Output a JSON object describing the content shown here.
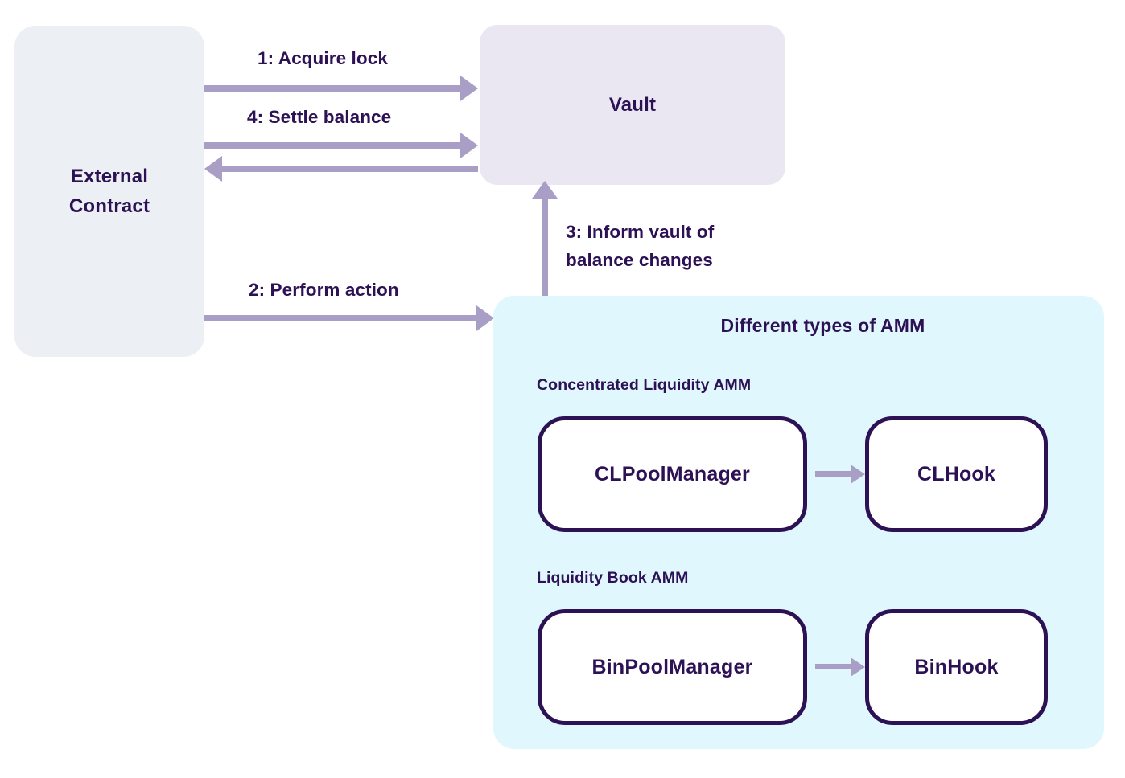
{
  "diagram": {
    "title": "PancakeSwap v4 Vault / AMM architecture flow",
    "colors": {
      "dark_purple": "#2d1155",
      "arrow_purple": "#a99ec6",
      "external_contract_fill": "#eceff3",
      "vault_fill": "#eae7f2",
      "amm_container_fill": "#e0f7fd",
      "node_fill": "#ffffff",
      "page_background": "#ffffff"
    },
    "nodes": {
      "external_contract": {
        "line1": "External",
        "line2": "Contract"
      },
      "vault": {
        "label": "Vault"
      }
    },
    "amm": {
      "title": "Different types of AMM",
      "sections": [
        {
          "label": "Concentrated Liquidity AMM",
          "manager": "CLPoolManager",
          "hook": "CLHook"
        },
        {
          "label": "Liquidity Book AMM",
          "manager": "BinPoolManager",
          "hook": "BinHook"
        }
      ]
    },
    "flows": [
      {
        "step": "1",
        "label": "1: Acquire lock",
        "from": "External Contract",
        "to": "Vault",
        "direction": "right"
      },
      {
        "step": "4",
        "label": "4:  Settle balance",
        "from": "External Contract",
        "to": "Vault",
        "direction": "right"
      },
      {
        "step": "",
        "label": "",
        "from": "Vault",
        "to": "External Contract",
        "direction": "left"
      },
      {
        "step": "2",
        "label": "2: Perform action",
        "from": "External Contract",
        "to": "Different types of AMM",
        "direction": "right"
      },
      {
        "step": "3",
        "label_line1": "3: Inform vault of",
        "label_line2": "balance changes",
        "from": "Different types of AMM",
        "to": "Vault",
        "direction": "up"
      }
    ],
    "labels": {
      "acquire_lock": "1: Acquire lock",
      "settle_balance": "4:  Settle balance",
      "perform_action": "2: Perform action",
      "inform_vault_line1": "3: Inform vault of",
      "inform_vault_line2": "balance changes"
    }
  }
}
